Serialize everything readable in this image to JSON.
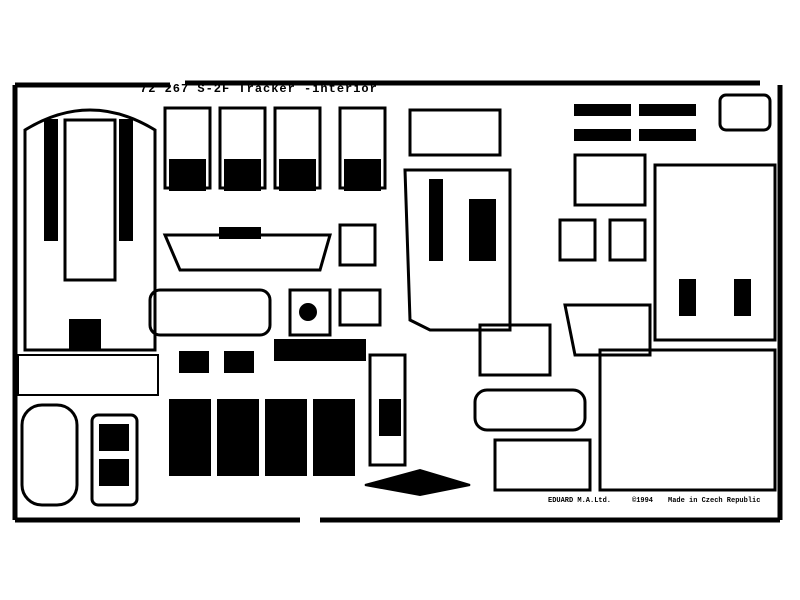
{
  "fret": {
    "title": "72 267 S-2F Tracker -interior",
    "maker": "EDUARD M.A.Ltd.",
    "copyright": "©1994",
    "origin": "Made in Czech Republic"
  },
  "colors": {
    "metal": "#000000",
    "background": "#ffffff"
  }
}
